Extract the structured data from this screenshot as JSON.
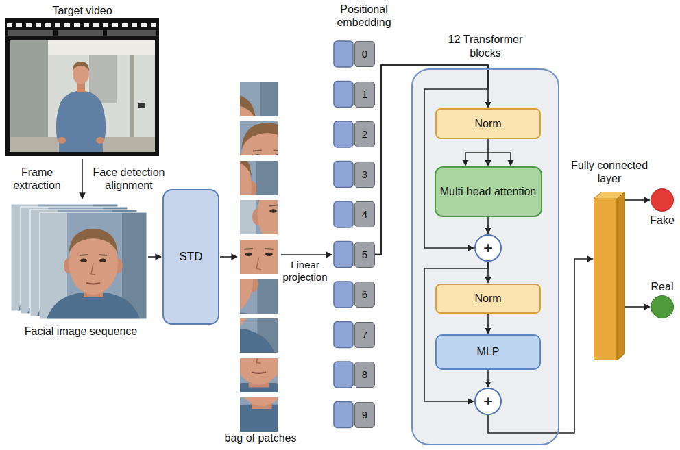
{
  "diagram": {
    "nodes": [
      {
        "text": [
          "STD"
        ]
      },
      {
        "text": [
          "0"
        ]
      },
      {
        "text": [
          "1"
        ]
      },
      {
        "text": [
          "2"
        ]
      },
      {
        "text": [
          "3"
        ]
      },
      {
        "text": [
          "4"
        ]
      },
      {
        "text": [
          "5"
        ]
      },
      {
        "text": [
          "6"
        ]
      },
      {
        "text": [
          "7"
        ]
      },
      {
        "text": [
          "8"
        ]
      },
      {
        "text": [
          "9"
        ]
      },
      {
        "text": [
          "12 Transformer blocks"
        ]
      },
      {
        "text": [
          "Norm"
        ],
        "in": 11
      },
      {
        "text": [
          "Multi-head attention"
        ],
        "in": 11
      },
      {
        "text": [
          "+"
        ],
        "in": 11
      },
      {
        "text": [
          "Norm"
        ],
        "in": 11
      },
      {
        "text": [
          "MLP"
        ],
        "in": 11
      },
      {
        "text": [
          "+"
        ],
        "in": 11
      },
      {
        "text": [
          "Fully connected layer"
        ]
      },
      {
        "text": [
          "Fake"
        ]
      },
      {
        "text": [
          "Real"
        ]
      }
    ],
    "edges": [
      {
        "from": 6,
        "to": 12,
        "arrow": "to"
      },
      {
        "from": 6,
        "to": 14,
        "arrow": "to"
      },
      {
        "from": 12,
        "to": 13,
        "arrow": "to"
      },
      {
        "from": 13,
        "to": 14,
        "arrow": "to"
      },
      {
        "from": 14,
        "to": 15,
        "arrow": "to"
      },
      {
        "from": 14,
        "to": 17,
        "arrow": "to"
      },
      {
        "from": 15,
        "to": 16,
        "arrow": "to"
      },
      {
        "from": 16,
        "to": 17,
        "arrow": "to"
      },
      {
        "from": 17,
        "to": 18,
        "arrow": "to"
      },
      {
        "from": 18,
        "to": 19,
        "arrow": "to"
      },
      {
        "from": 18,
        "to": 20,
        "arrow": "to"
      }
    ],
    "labels": [
      "Target video",
      "Frame extraction",
      "Face detection alignment",
      "Facial image sequence",
      "bag of patches",
      "Linear projection",
      "Positional embedding"
    ]
  }
}
